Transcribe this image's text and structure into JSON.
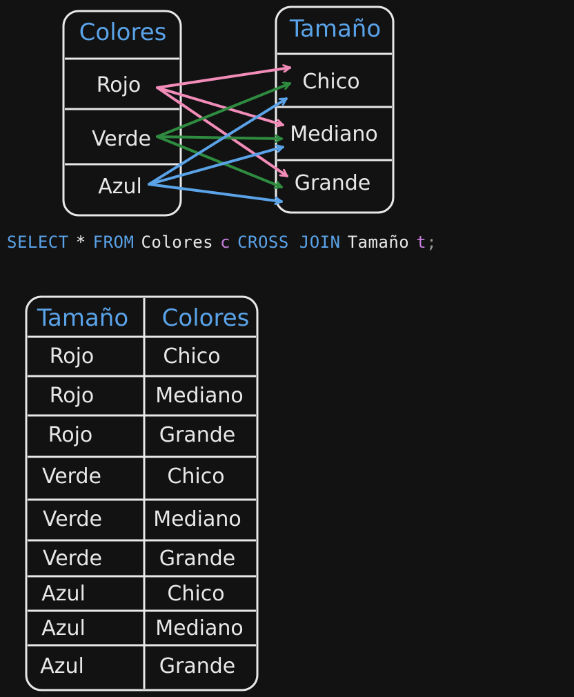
{
  "colors": {
    "background": "#121212",
    "outline": "#e8e8e8",
    "header_text": "#5aa3e8",
    "cell_text": "#e8e8e8",
    "arrow_rojo": "#f28cb8",
    "arrow_verde": "#2e8b3f",
    "arrow_azul": "#5aa3e8",
    "alias": "#c77ddc",
    "semicolon": "#9a9a9a"
  },
  "colores_table": {
    "header": "Colores",
    "items": [
      "Rojo",
      "Verde",
      "Azul"
    ]
  },
  "tamano_table": {
    "header": "Tamaño",
    "items": [
      "Chico",
      "Mediano",
      "Grande"
    ]
  },
  "sql": {
    "select": "SELECT",
    "star": "*",
    "from": "FROM",
    "table1": "Colores",
    "alias1": "c",
    "cross_join": "CROSS JOIN",
    "table2": "Tamaño",
    "alias2": "t",
    "semicolon": ";"
  },
  "result_table": {
    "headers": [
      "Tamaño",
      "Colores"
    ],
    "rows": [
      [
        "Rojo",
        "Chico"
      ],
      [
        "Rojo",
        "Mediano"
      ],
      [
        "Rojo",
        "Grande"
      ],
      [
        "Verde",
        "Chico"
      ],
      [
        "Verde",
        "Mediano"
      ],
      [
        "Verde",
        "Grande"
      ],
      [
        "Azul",
        "Chico"
      ],
      [
        "Azul",
        "Mediano"
      ],
      [
        "Azul",
        "Grande"
      ]
    ]
  }
}
